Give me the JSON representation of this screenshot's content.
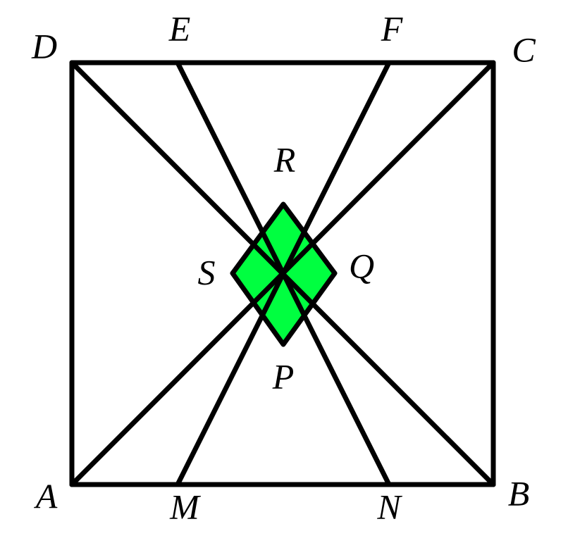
{
  "figure": {
    "shaded_region": {
      "vertices": [
        "P",
        "Q",
        "R",
        "S"
      ],
      "fill_color": "#00ff40"
    },
    "stroke_color": "#000000",
    "labels": {
      "A": "A",
      "B": "B",
      "C": "C",
      "D": "D",
      "E": "E",
      "F": "F",
      "M": "M",
      "N": "N",
      "P": "P",
      "Q": "Q",
      "R": "R",
      "S": "S"
    },
    "segments": [
      [
        "A",
        "B"
      ],
      [
        "B",
        "C"
      ],
      [
        "C",
        "D"
      ],
      [
        "D",
        "A"
      ],
      [
        "A",
        "C"
      ],
      [
        "B",
        "D"
      ],
      [
        "E",
        "N"
      ],
      [
        "F",
        "M"
      ]
    ]
  }
}
